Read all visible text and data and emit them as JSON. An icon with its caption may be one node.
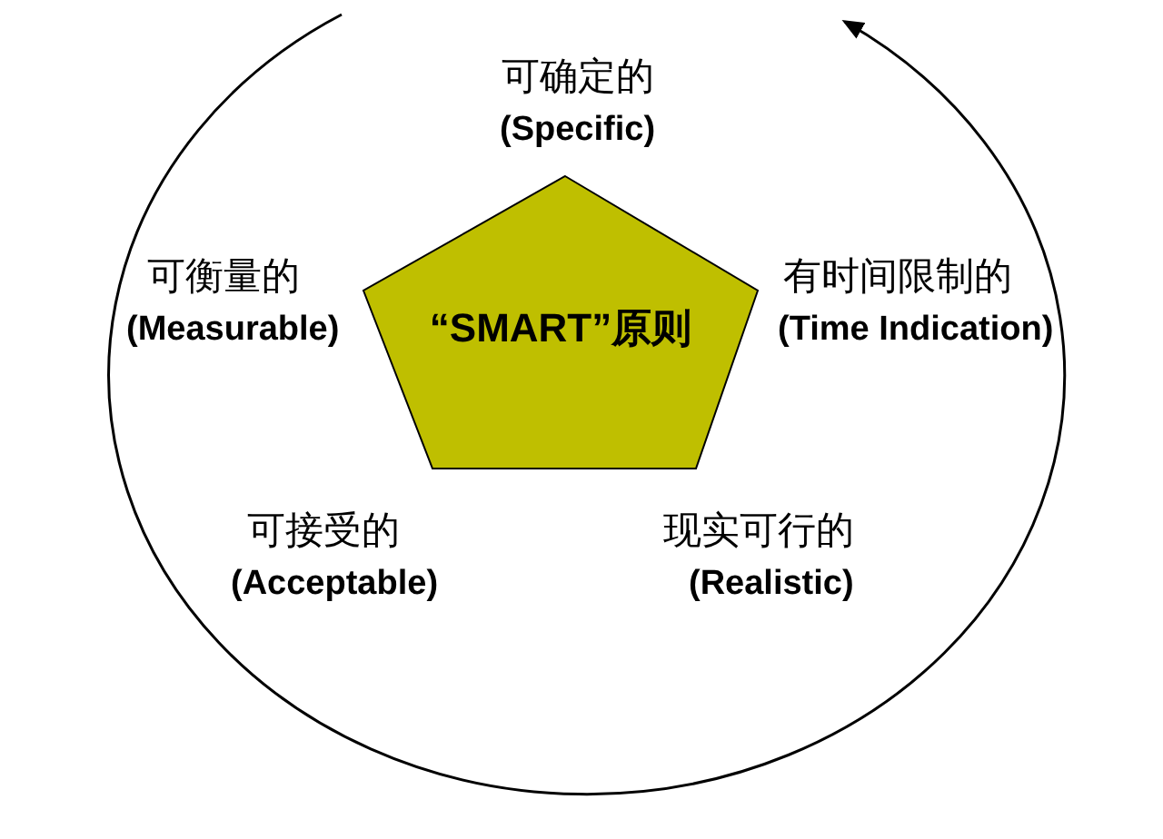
{
  "diagram": {
    "nodes": [
      {
        "text": [
          "“SMART”原则"
        ]
      }
    ],
    "labels": [
      "可确定的",
      "(Specific)",
      "可衡量的",
      "(Measurable)",
      "有时间限制的",
      "(Time Indication)",
      "可接受的",
      "(Acceptable)",
      "现实可行的",
      "(Realistic)"
    ]
  }
}
